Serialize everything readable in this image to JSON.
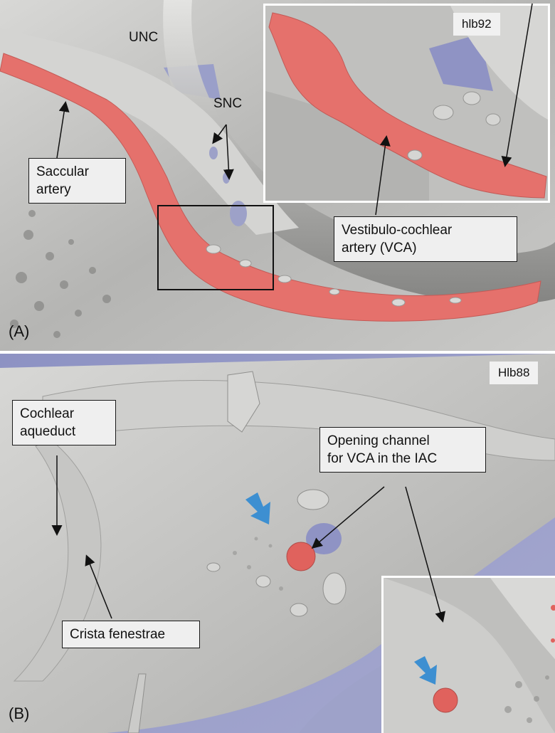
{
  "panel_a": {
    "label": "(A)",
    "specimen": "hlb92",
    "labels": {
      "unc": "UNC",
      "snc": "SNC",
      "saccular": "Saccular\nartery",
      "vca": "Vestibulo-cochlear\nartery (VCA)"
    }
  },
  "panel_b": {
    "label": "(B)",
    "specimen": "Hlb88",
    "labels": {
      "cochlear": "Cochlear\naqueduct",
      "opening": "Opening channel\nfor VCA in the IAC",
      "crista": "Crista fenestrae"
    }
  },
  "colors": {
    "bone": "#c8c8c6",
    "bone_shadow": "#8e8e8c",
    "artery": "#e8746f",
    "background_blue": "#8f93c4",
    "arrow_blue": "#3d8fd1"
  }
}
